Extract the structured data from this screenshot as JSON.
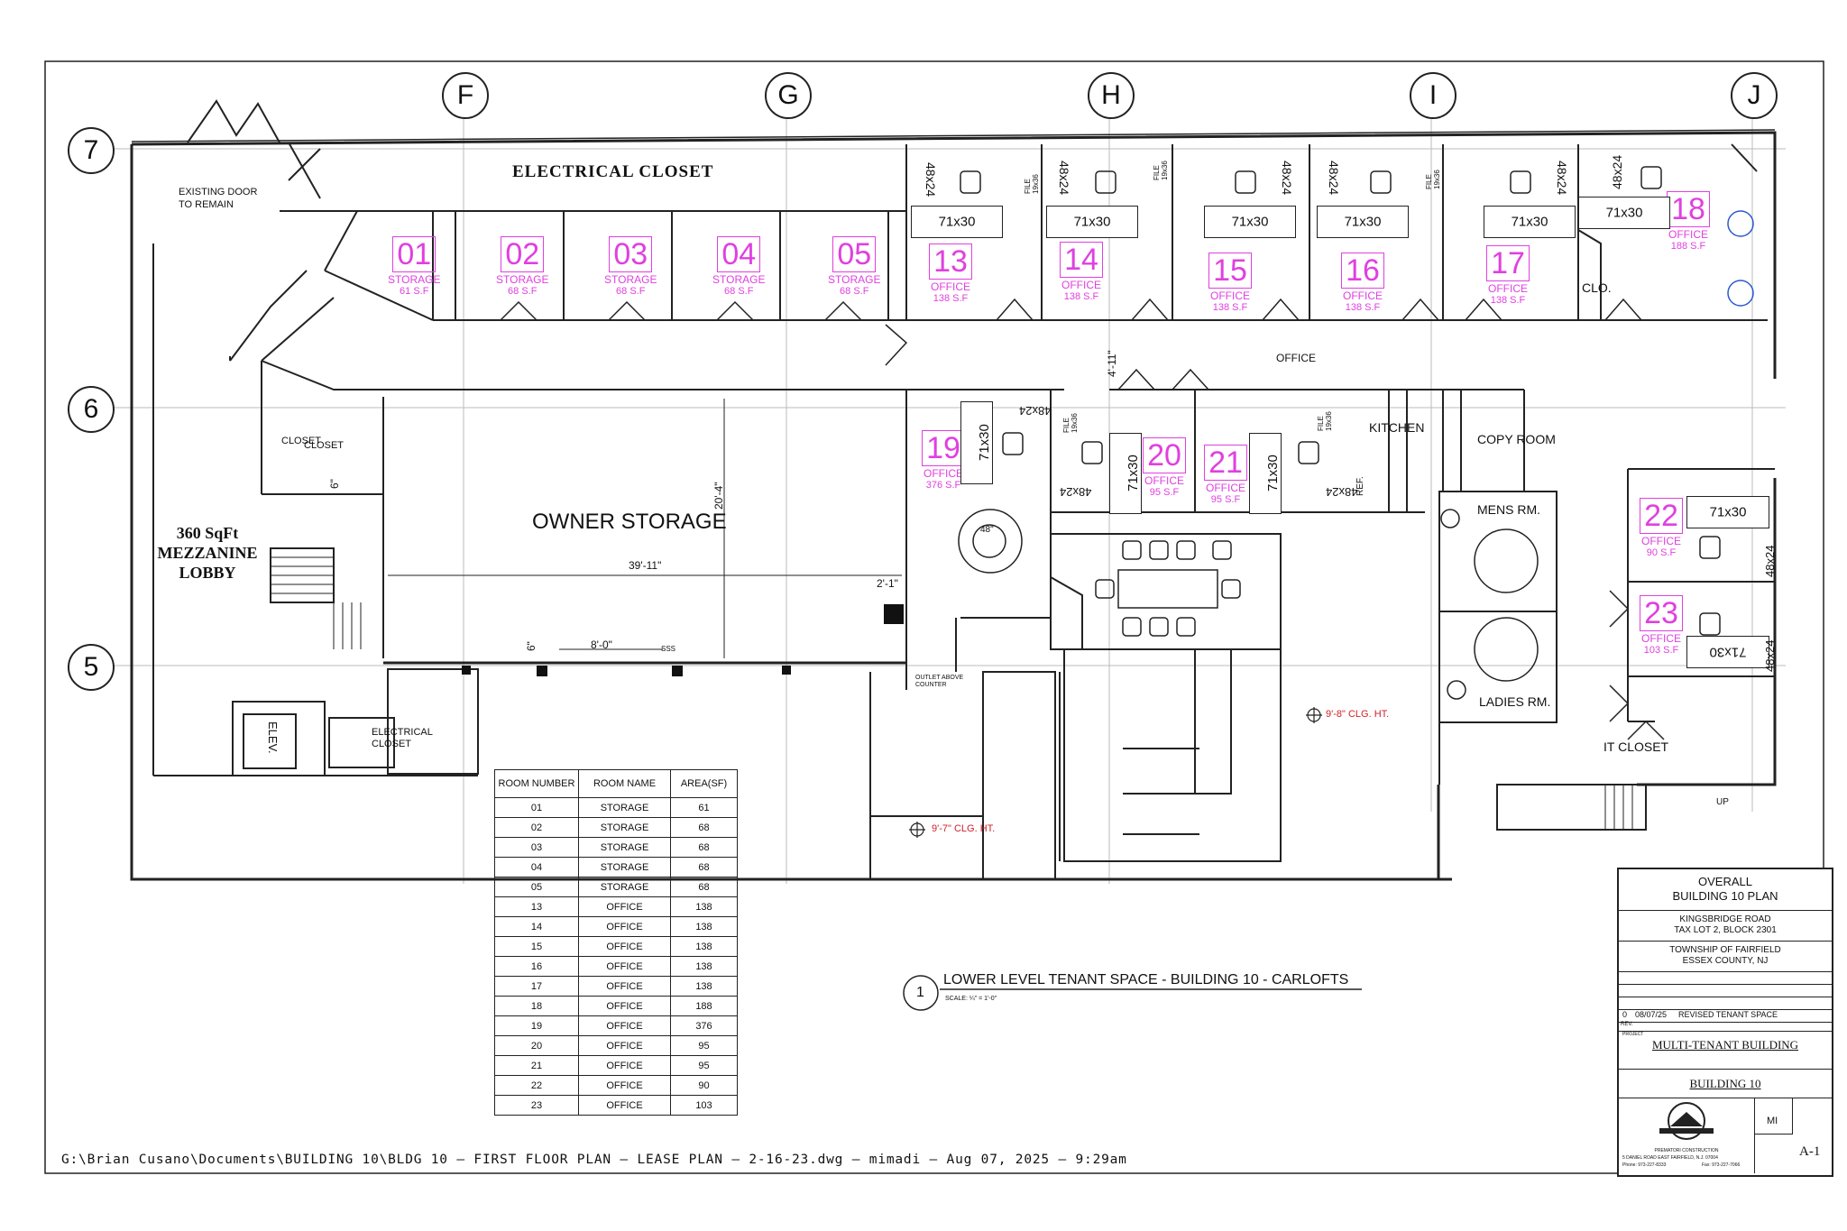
{
  "plan": {
    "grid_columns": [
      "F",
      "G",
      "H",
      "I",
      "J"
    ],
    "grid_rows": [
      "7",
      "6",
      "5"
    ],
    "rooms": [
      {
        "num": "01",
        "name": "STORAGE",
        "area": "61 S.F"
      },
      {
        "num": "02",
        "name": "STORAGE",
        "area": "68 S.F"
      },
      {
        "num": "03",
        "name": "STORAGE",
        "area": "68 S.F"
      },
      {
        "num": "04",
        "name": "STORAGE",
        "area": "68 S.F"
      },
      {
        "num": "05",
        "name": "STORAGE",
        "area": "68 S.F"
      },
      {
        "num": "13",
        "name": "OFFICE",
        "area": "138 S.F"
      },
      {
        "num": "14",
        "name": "OFFICE",
        "area": "138 S.F"
      },
      {
        "num": "15",
        "name": "OFFICE",
        "area": "138 S.F"
      },
      {
        "num": "16",
        "name": "OFFICE",
        "area": "138 S.F"
      },
      {
        "num": "17",
        "name": "OFFICE",
        "area": "138 S.F"
      },
      {
        "num": "18",
        "name": "OFFICE",
        "area": "188 S.F"
      },
      {
        "num": "19",
        "name": "OFFICE",
        "area": "376 S.F"
      },
      {
        "num": "20",
        "name": "OFFICE",
        "area": "95 S.F"
      },
      {
        "num": "21",
        "name": "OFFICE",
        "area": "95 S.F"
      },
      {
        "num": "22",
        "name": "OFFICE",
        "area": "90 S.F"
      },
      {
        "num": "23",
        "name": "OFFICE",
        "area": "103 S.F"
      }
    ],
    "labels": {
      "electrical_closet_top": "ELECTRICAL  CLOSET",
      "existing_door": "EXISTING DOOR\nTO REMAIN",
      "closet_a": "CLOSET",
      "closet_b": "CLOSET",
      "mezzanine": "360 SqFt\nMEZZANINE\nLOBBY",
      "owner_storage": "OWNER STORAGE",
      "dim_width": "39'-11\"",
      "dim_height": "20'-4\"",
      "dim_8ft": "8'-0\"",
      "dim_6a": "6\"",
      "dim_6b": "6\"",
      "dim_2ft1": "2'-1\"",
      "dim_4ft11": "4'-11\"",
      "office_corridor": "OFFICE",
      "kitchen": "KITCHEN",
      "copy_room": "COPY ROOM",
      "mens": "MENS RM.",
      "ladies": "LADIES RM.",
      "it_closet": "IT CLOSET",
      "clo": "CLO.",
      "up": "UP",
      "elev": "ELEV.",
      "electrical_closet_small": "ELECTRICAL\nCLOSET",
      "ref": "REF.",
      "table_48": "48\"",
      "outlet": "OUTLET ABOVE\nCOUNTER",
      "clg_97": "9'-7\" CLG. HT.",
      "clg_98": "9'-8\" CLG. HT.",
      "sss": "SSS",
      "file": "FILE\n19x36"
    },
    "desks": {
      "d71x30": "71x30",
      "d48x24": "48x24"
    },
    "view_title": {
      "number": "1",
      "text": "LOWER LEVEL TENANT  SPACE - BUILDING 10 - CARLOFTS",
      "scale": "SCALE: ¼\" = 1'-0\""
    },
    "file_path": "G:\\Brian Cusano\\Documents\\BUILDING 10\\BLDG 10 – FIRST FLOOR PLAN – LEASE PLAN – 2-16-23.dwg – mimadi – Aug 07, 2025 – 9:29am"
  },
  "schedule": {
    "headers": [
      "ROOM NUMBER",
      "ROOM NAME",
      "AREA(SF)"
    ],
    "rows": [
      [
        "01",
        "STORAGE",
        "61"
      ],
      [
        "02",
        "STORAGE",
        "68"
      ],
      [
        "03",
        "STORAGE",
        "68"
      ],
      [
        "04",
        "STORAGE",
        "68"
      ],
      [
        "05",
        "STORAGE",
        "68"
      ],
      [
        "13",
        "OFFICE",
        "138"
      ],
      [
        "14",
        "OFFICE",
        "138"
      ],
      [
        "15",
        "OFFICE",
        "138"
      ],
      [
        "16",
        "OFFICE",
        "138"
      ],
      [
        "17",
        "OFFICE",
        "138"
      ],
      [
        "18",
        "OFFICE",
        "188"
      ],
      [
        "19",
        "OFFICE",
        "376"
      ],
      [
        "20",
        "OFFICE",
        "95"
      ],
      [
        "21",
        "OFFICE",
        "95"
      ],
      [
        "22",
        "OFFICE",
        "90"
      ],
      [
        "23",
        "OFFICE",
        "103"
      ]
    ]
  },
  "title_block": {
    "title": "OVERALL\nBUILDING 10 PLAN",
    "address": "KINGSBRIDGE ROAD\nTAX LOT 2, BLOCK 2301",
    "township": "TOWNSHIP OF FAIRFIELD\nESSEX COUNTY, NJ",
    "rev_no": "0",
    "rev_date": "08/07/25",
    "rev_desc": "REVISED TENANT SPACE",
    "rev_label": "REV.",
    "project_label": "PROJECT",
    "project": "MULTI-TENANT BUILDING",
    "building": "BUILDING 10",
    "drawn_by": "MI",
    "logo_text": "PREMATORI CONSTRUCTION",
    "company_address": "5 DANIEL ROAD EAST FAIRFIELD, N.J. 07004",
    "phone": "Phone: 973-227-8333",
    "fax": "Fax: 973-227-7066",
    "sheet": "A-1"
  }
}
